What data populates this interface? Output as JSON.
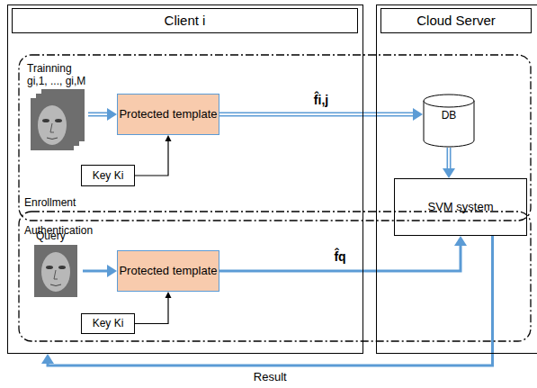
{
  "diagram": {
    "nodes": [
      {
        "text": [
          "Client i"
        ]
      },
      {
        "text": [
          "Cloud Server"
        ]
      },
      {
        "text": [
          "Enrollment"
        ]
      },
      {
        "text": [
          "Authentication"
        ]
      },
      {
        "text": [
          "Protected template"
        ],
        "in": 2
      },
      {
        "text": [
          "Key Ki"
        ],
        "in": 2
      },
      {
        "text": [
          "DB"
        ],
        "in": 2
      },
      {
        "text": [
          "SVM system"
        ],
        "in": 1
      },
      {
        "text": [
          "Protected template"
        ],
        "in": 3
      },
      {
        "text": [
          "Key Ki"
        ],
        "in": 3
      }
    ],
    "edges": [
      {
        "from": 4,
        "to": 6,
        "label": "f̂i,j",
        "arrow": "to"
      },
      {
        "from": 5,
        "to": 4,
        "arrow": "to"
      },
      {
        "from": 6,
        "to": 7,
        "arrow": "to"
      },
      {
        "from": 8,
        "to": 7,
        "label": "f̂q",
        "arrow": "to"
      },
      {
        "from": 9,
        "to": 8,
        "arrow": "to"
      },
      {
        "from": 7,
        "to": 0,
        "label": "Result",
        "arrow": "to"
      }
    ],
    "labels": [
      "Trainning",
      "gi,1, ..., gi,M",
      "Query"
    ]
  }
}
